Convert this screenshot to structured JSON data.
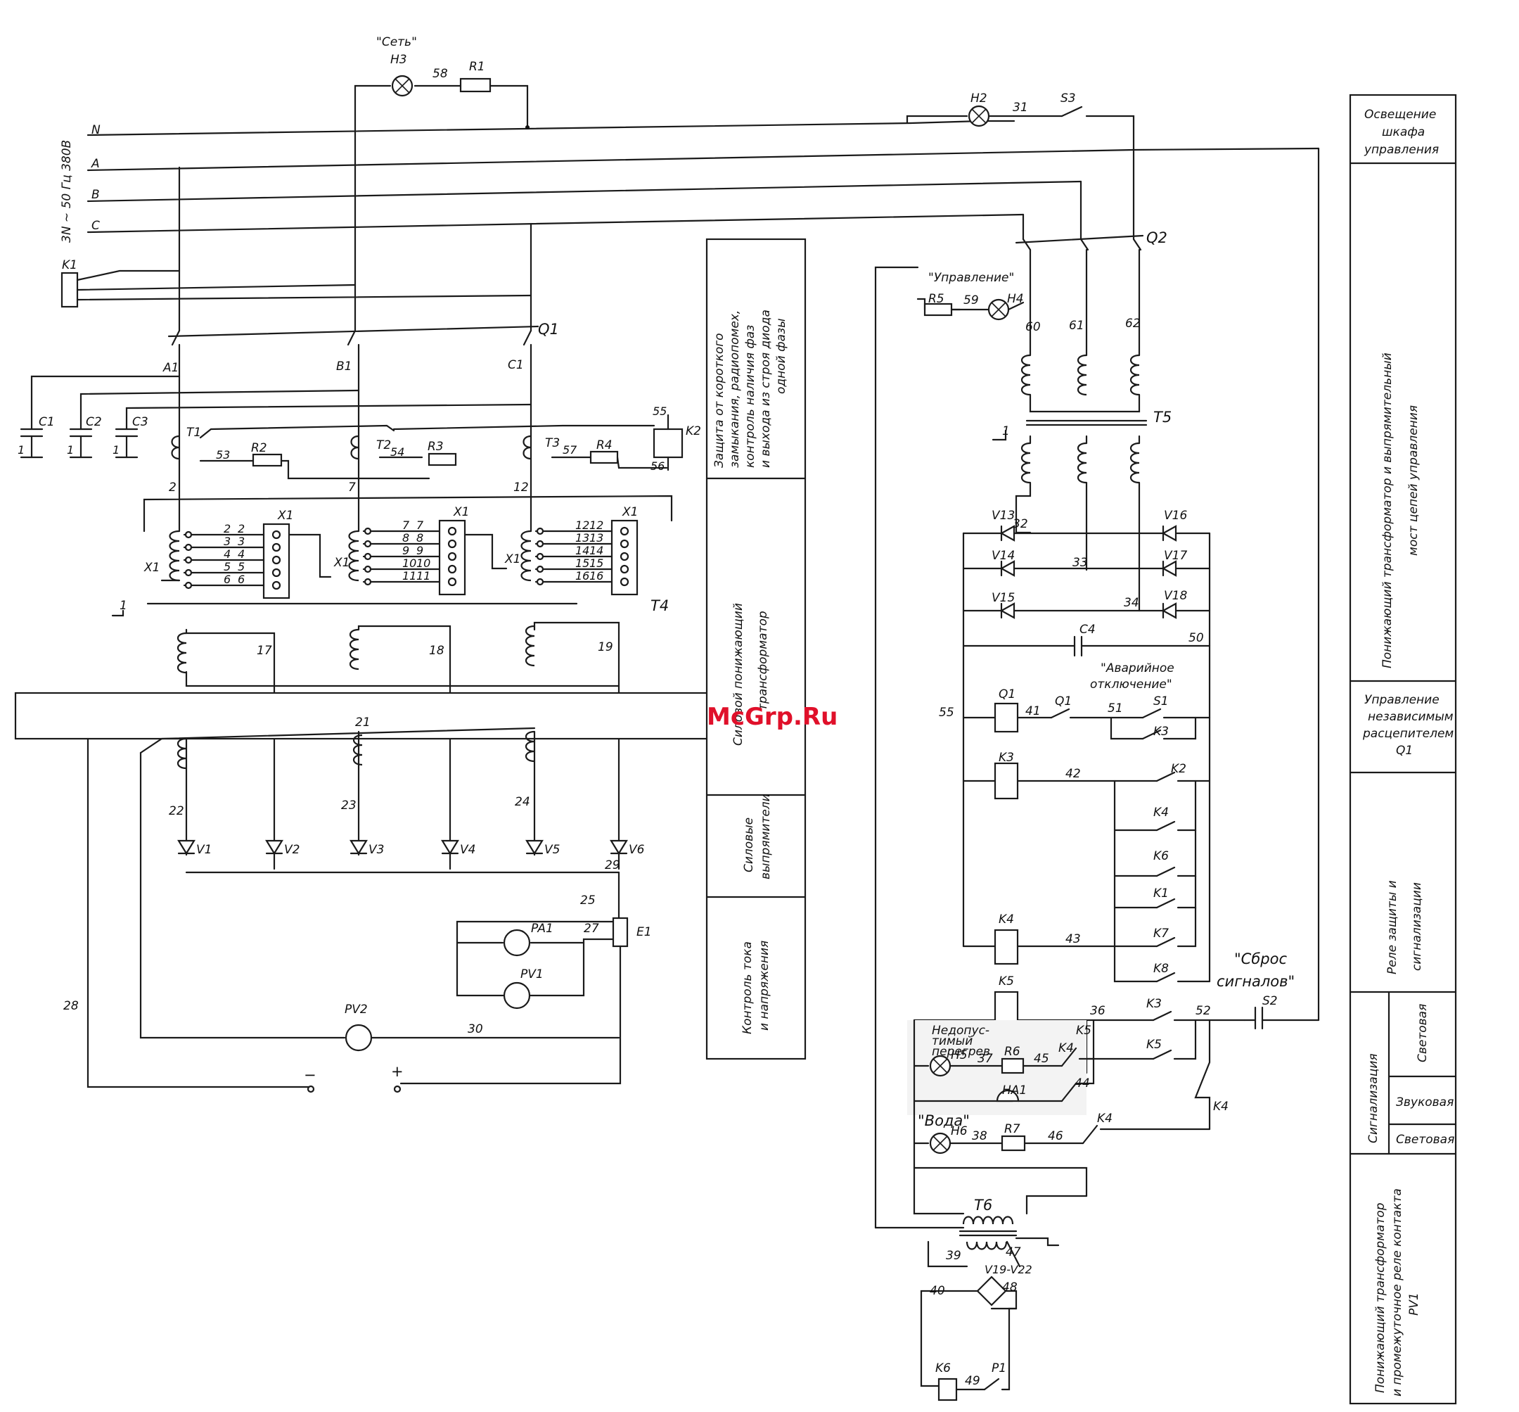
{
  "watermark": "McGrp.Ru",
  "supply": {
    "voltage": "3N ~ 50 Гц 380В",
    "line_n": "N",
    "line_a": "A",
    "line_b": "B",
    "line_c": "C"
  },
  "lamps": {
    "network_label": "\"Сеть\"",
    "h3": "H3",
    "r1": "R1",
    "wire58": "58",
    "h2": "H2",
    "wire31": "31",
    "s3": "S3",
    "control_label": "\"Управление\"",
    "r5": "R5",
    "wire59": "59",
    "h4": "H4"
  },
  "left": {
    "k1": "K1",
    "q1": "Q1",
    "a1": "A1",
    "b1": "B1",
    "c1": "C1",
    "cap1": "C1",
    "cap2": "C2",
    "cap3": "C3",
    "t1": "T1",
    "t2": "T2",
    "t3": "T3",
    "r2": "R2",
    "r3": "R3",
    "r4": "R4",
    "k2": "K2",
    "n53": "53",
    "n54": "54",
    "n55": "55",
    "n56": "56",
    "n57": "57",
    "n2": "2",
    "n7": "7",
    "n12": "12",
    "x1": "X1",
    "t4": "T4",
    "ground": "1",
    "taps1": [
      "2",
      "3",
      "4",
      "5",
      "6"
    ],
    "taps2": [
      "7",
      "8",
      "9",
      "10",
      "11"
    ],
    "taps3": [
      "12",
      "13",
      "14",
      "15",
      "16"
    ],
    "n17": "17",
    "n18": "18",
    "n19": "19",
    "n21": "21",
    "n22": "22",
    "n23": "23",
    "n24": "24",
    "n25": "25",
    "n27": "27",
    "n28": "28",
    "n29": "29",
    "n30": "30",
    "diodes": [
      "V1",
      "V2",
      "V3",
      "V4",
      "V5",
      "V6"
    ],
    "pa1": "PA1",
    "pv1": "PV1",
    "pv2": "PV2",
    "e1": "E1",
    "minus": "−",
    "plus": "+"
  },
  "center_panel": {
    "protection": [
      "Защита от короткого",
      "замыкания, радиопомех,",
      "контроль наличия фаз",
      "и выхода из строя диода",
      "одной фазы"
    ],
    "power_transformer": [
      "Силовой понижающий",
      "трансформатор"
    ],
    "rectifiers": [
      "Силовые",
      "выпрямители"
    ],
    "control": [
      "Контроль тока",
      "и напряжения"
    ]
  },
  "right": {
    "q2": "Q2",
    "t5": "T5",
    "ground": "1",
    "n60": "60",
    "n61": "61",
    "n62": "62",
    "n32": "32",
    "n33": "33",
    "n34": "34",
    "n50": "50",
    "v13": "V13",
    "v14": "V14",
    "v15": "V15",
    "v16": "V16",
    "v17": "V17",
    "v18": "V18",
    "c4": "C4",
    "emergency": [
      "\"Аварийное",
      "отключение\""
    ],
    "n55": "55",
    "q1": "Q1",
    "n41": "41",
    "q1c": "Q1",
    "n51": "51",
    "s1": "S1",
    "k3c": "K3",
    "k3": "K3",
    "n42": "42",
    "k2": "K2",
    "k4a": "K4",
    "k6": "K6",
    "k1": "K1",
    "k4": "K4",
    "n43": "43",
    "k7": "K7",
    "k8": "K8",
    "reset": [
      "\"Сброс",
      "сигналов\""
    ],
    "s2": "S2",
    "k5": "K5",
    "n36": "36",
    "k3b": "K3",
    "n52": "52",
    "k5c": "K5",
    "k5b": "K5",
    "k4b": "K4",
    "k4c": "K4",
    "k4d": "K4",
    "h5": "H5",
    "n37": "37",
    "r6": "R6",
    "n45": "45",
    "n44": "44",
    "ha1": "HA1",
    "water": "\"Вода\"",
    "h6": "H6",
    "n38": "38",
    "r7": "R7",
    "n46": "46",
    "t6": "T6",
    "n39": "39",
    "n47": "47",
    "v19": "V19-V22",
    "n40": "40",
    "n48": "48",
    "k6b": "K6",
    "n49": "49",
    "p1": "P1",
    "note": [
      "Недопус-",
      "тимый",
      "перегрев"
    ]
  },
  "side_panel": {
    "lighting": [
      "Освещение",
      "шкафа",
      "управления"
    ],
    "transformer": [
      "Понижающий трансформатор и выпрямительный",
      "мост цепей управления"
    ],
    "release": [
      "Управление",
      "независимым",
      "расцепителем",
      "Q1"
    ],
    "relays": [
      "Реле защиты и",
      "сигнализации"
    ],
    "signalling": "Сигнализация",
    "light1": "Световая",
    "sound": "Звуковая",
    "light2": "Световая",
    "interm": [
      "Понижающий трансформатор",
      "и промежуточное реле контакта",
      "PV1"
    ]
  }
}
